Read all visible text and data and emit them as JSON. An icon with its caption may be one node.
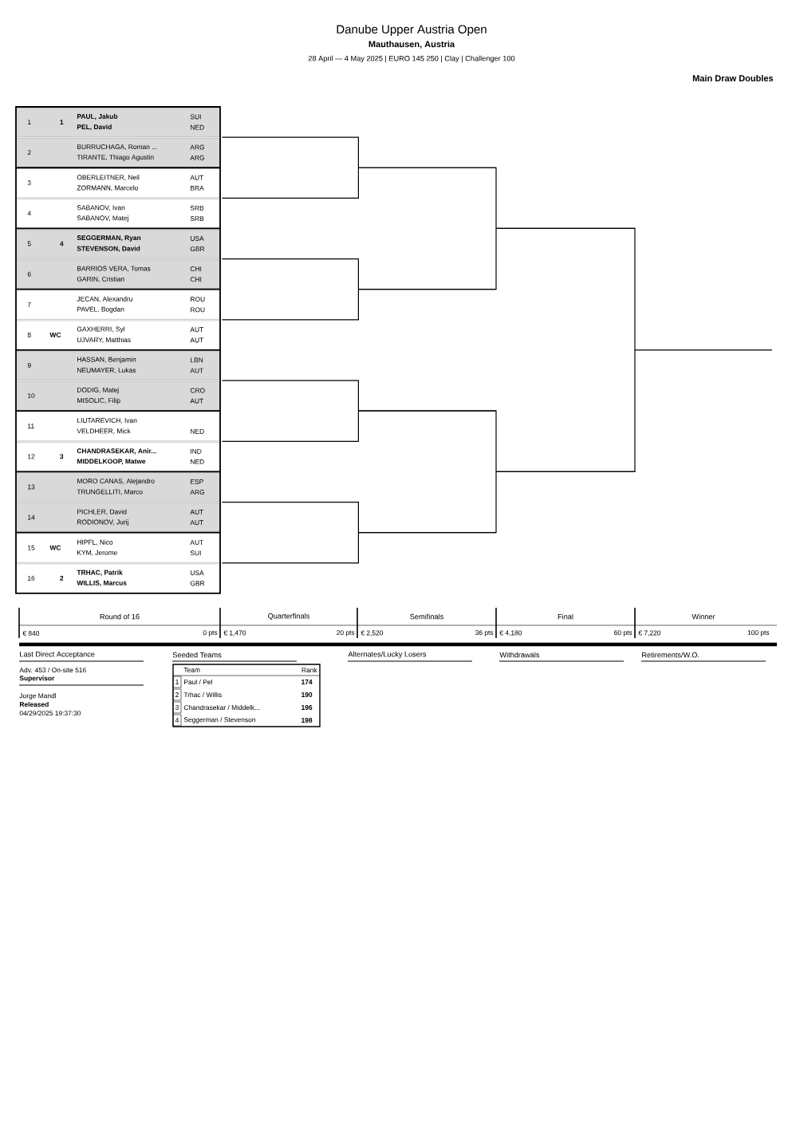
{
  "diagram": {
    "title": "Danube Upper Austria Open",
    "nodes": [
      {
        "text": [
          "1",
          "1",
          "PAUL, Jakub",
          "SUI",
          "PEL, David",
          "NED"
        ]
      },
      {
        "text": [
          "2",
          "BURRUCHAGA, Roman ...",
          "ARG",
          "TIRANTE, Thiago Agustin",
          "ARG"
        ]
      },
      {
        "text": [
          "3",
          "OBERLEITNER, Neil",
          "AUT",
          "ZORMANN, Marcelo",
          "BRA"
        ]
      },
      {
        "text": [
          "4",
          "SABANOV, Ivan",
          "SRB",
          "SABANOV, Matej",
          "SRB"
        ]
      },
      {
        "text": [
          "5",
          "4",
          "SEGGERMAN, Ryan",
          "USA",
          "STEVENSON, David",
          "GBR"
        ]
      },
      {
        "text": [
          "6",
          "BARRIOS VERA, Tomas",
          "CHI",
          "GARIN, Cristian",
          "CHI"
        ]
      },
      {
        "text": [
          "7",
          "JECAN, Alexandru",
          "ROU",
          "PAVEL, Bogdan",
          "ROU"
        ]
      },
      {
        "text": [
          "8",
          "WC",
          "GAXHERRI, Syl",
          "AUT",
          "UJVARY, Matthias",
          "AUT"
        ]
      },
      {
        "text": [
          "9",
          "HASSAN, Benjamin",
          "LBN",
          "NEUMAYER, Lukas",
          "AUT"
        ]
      },
      {
        "text": [
          "10",
          "DODIG, Matej",
          "CRO",
          "MISOLIC, Filip",
          "AUT"
        ]
      },
      {
        "text": [
          "11",
          "LIUTAREVICH, Ivan",
          "VELDHEER, Mick",
          "NED"
        ]
      },
      {
        "text": [
          "12",
          "3",
          "CHANDRASEKAR, Anir...",
          "IND",
          "MIDDELKOOP, Matwe",
          "NED"
        ]
      },
      {
        "text": [
          "13",
          "MORO CANAS, Alejandro",
          "ESP",
          "TRUNGELLITI, Marco",
          "ARG"
        ]
      },
      {
        "text": [
          "14",
          "PICHLER, David",
          "AUT",
          "RODIONOV, Jurij",
          "AUT"
        ]
      },
      {
        "text": [
          "15",
          "WC",
          "HIPFL, Nico",
          "AUT",
          "KYM, Jerome",
          "SUI"
        ]
      },
      {
        "text": [
          "16",
          "2",
          "TRHAC, Patrik",
          "USA",
          "WILLIS, Marcus",
          "GBR"
        ]
      }
    ],
    "labels": [
      "Mauthausen, Austria",
      "28 April — 4 May 2025 | EURO 145 250 | Clay | Challenger 100",
      "Main Draw Doubles",
      "Round of 16",
      "Quarterfinals",
      "Semifinals",
      "Final",
      "Winner",
      "€ 840",
      "0 pts",
      "€ 1,470",
      "20 pts",
      "€ 2,520",
      "36 pts",
      "€ 4,180",
      "60 pts",
      "€ 7,220",
      "100 pts",
      "Last Direct Acceptance",
      "Adv. 453 / On-site 516",
      "Supervisor",
      "Jorge Mandl",
      "Released",
      "04/29/2025 19:37:30",
      "Seeded Teams",
      "Team",
      "Rank",
      "1",
      "Paul / Pel",
      "174",
      "2",
      "Trhac / Willis",
      "190",
      "3",
      "Chandrasekar / Middelk...",
      "196",
      "4",
      "Seggerman / Stevenson",
      "198",
      "Alternates/Lucky Losers",
      "Withdrawals",
      "Retirements/W.O."
    ]
  }
}
